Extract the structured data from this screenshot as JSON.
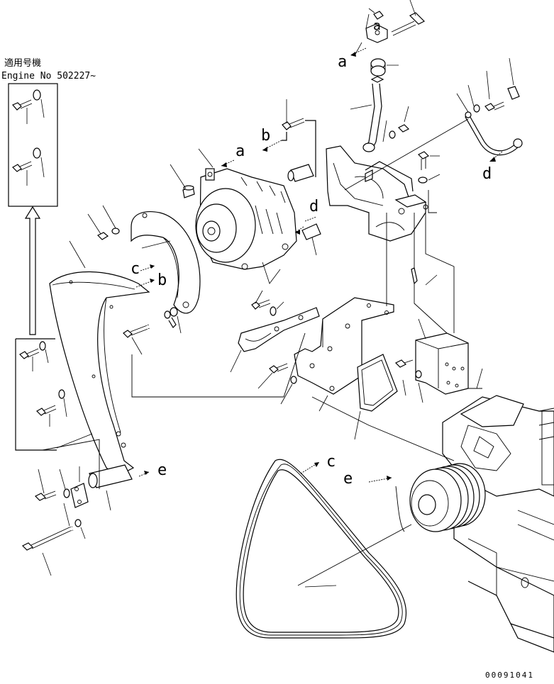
{
  "header": {
    "applicable_title": "適用号機",
    "engine_serial": "Engine No 502227~"
  },
  "view_labels": {
    "a_top": "a",
    "a_mid": "a",
    "b": "b",
    "b_right": "b",
    "c_left": "c",
    "c_belt": "c",
    "d_top_right": "d",
    "d_mid": "d",
    "e_right": "e",
    "e_pulley": "e"
  },
  "footer": {
    "drawing_number": "00091041"
  }
}
